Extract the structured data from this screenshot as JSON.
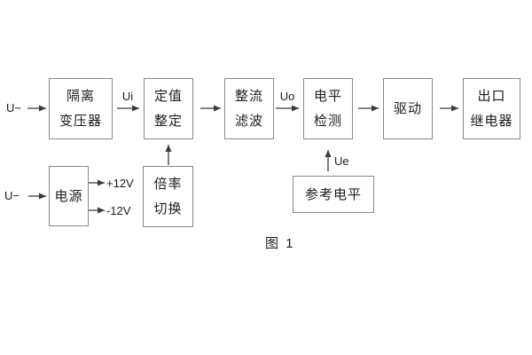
{
  "colors": {
    "background": "#ffffff",
    "wire": "#3a3a3a",
    "box_border": "#8a8a8a",
    "text": "#1c1c1c"
  },
  "caption": "图 1",
  "blocks": {
    "isolation_transformer": {
      "line1": "隔离",
      "line2": "变压器"
    },
    "value_setting": {
      "line1": "定值",
      "line2": "整定"
    },
    "rectifier_filter": {
      "line1": "整流",
      "line2": "滤波"
    },
    "level_detection": {
      "line1": "电平",
      "line2": "检测"
    },
    "driver": {
      "line1": "驱动"
    },
    "output_relay": {
      "line1": "出口",
      "line2": "继电器"
    },
    "power_supply": {
      "line1": "电源"
    },
    "ratio_switch": {
      "line1": "倍率",
      "line2": "切换"
    },
    "reference_level": {
      "line1": "参考电平"
    }
  },
  "signals": {
    "input_ac": "U~",
    "input_dc": "U−",
    "ui": "Ui",
    "uo": "Uo",
    "ue": "Ue",
    "plus_12v": "+12V",
    "minus_12v": "-12V"
  }
}
